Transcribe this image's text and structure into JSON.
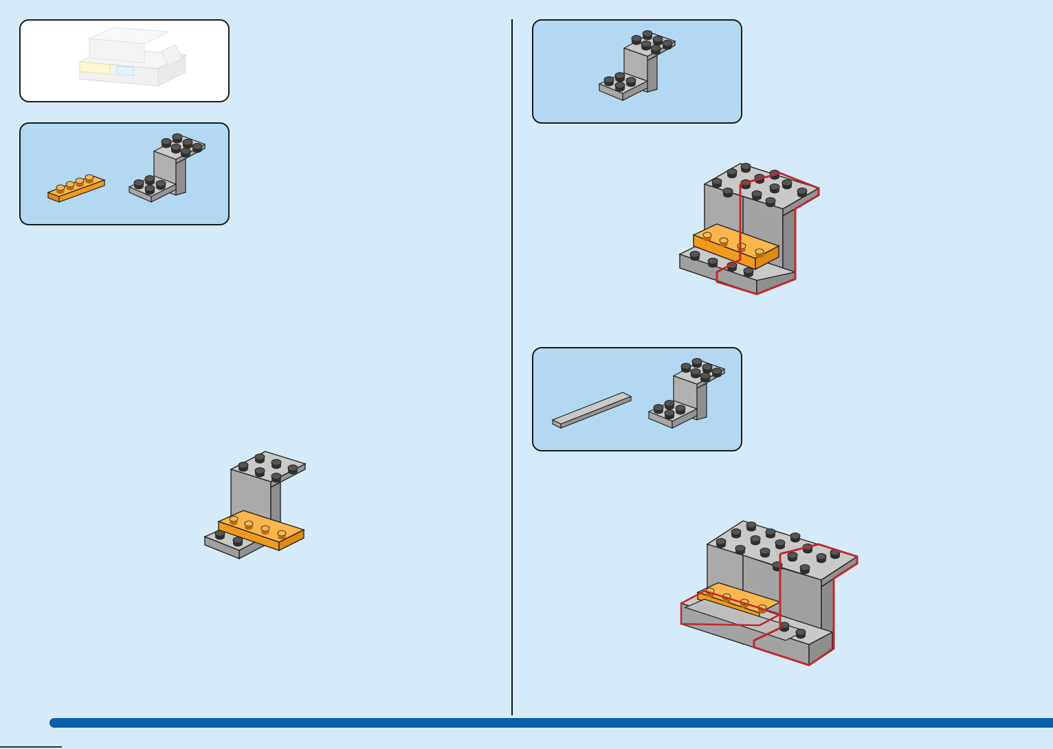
{
  "colors": {
    "page_bg": "#d6ebf9",
    "panel_fill": "#b3d8f2",
    "callout_fill": "#ffffff",
    "gray_top": "#c9c9c9",
    "gray_front": "#a7a7a7",
    "gray_side": "#8f8f8f",
    "orange_top": "#ffb74d",
    "orange_front": "#f29a1e",
    "stud_dark": "#3c3c3c",
    "highlight": "#c0282d",
    "bar_blue": "#0a5fa9"
  },
  "pages": {
    "left": {
      "callout": {
        "icon": "assembly-overview-icon"
      },
      "parts_panel": {
        "parts": [
          {
            "icon": "orange-plate-1x4-icon",
            "quantity": 1
          },
          {
            "icon": "gray-bracket-icon",
            "quantity": 1
          }
        ]
      },
      "step": {
        "icon": "bracket-with-orange-plate-icon"
      }
    },
    "right": {
      "parts_panel_1": {
        "parts": [
          {
            "icon": "gray-bracket-icon",
            "quantity": 1
          }
        ]
      },
      "step_1": {
        "icon": "two-brackets-assembly-icon"
      },
      "parts_panel_2": {
        "parts": [
          {
            "icon": "gray-tile-1x6-icon",
            "quantity": 1
          },
          {
            "icon": "gray-bracket-icon",
            "quantity": 1
          }
        ]
      },
      "step_2": {
        "icon": "three-brackets-assembly-icon"
      }
    }
  }
}
